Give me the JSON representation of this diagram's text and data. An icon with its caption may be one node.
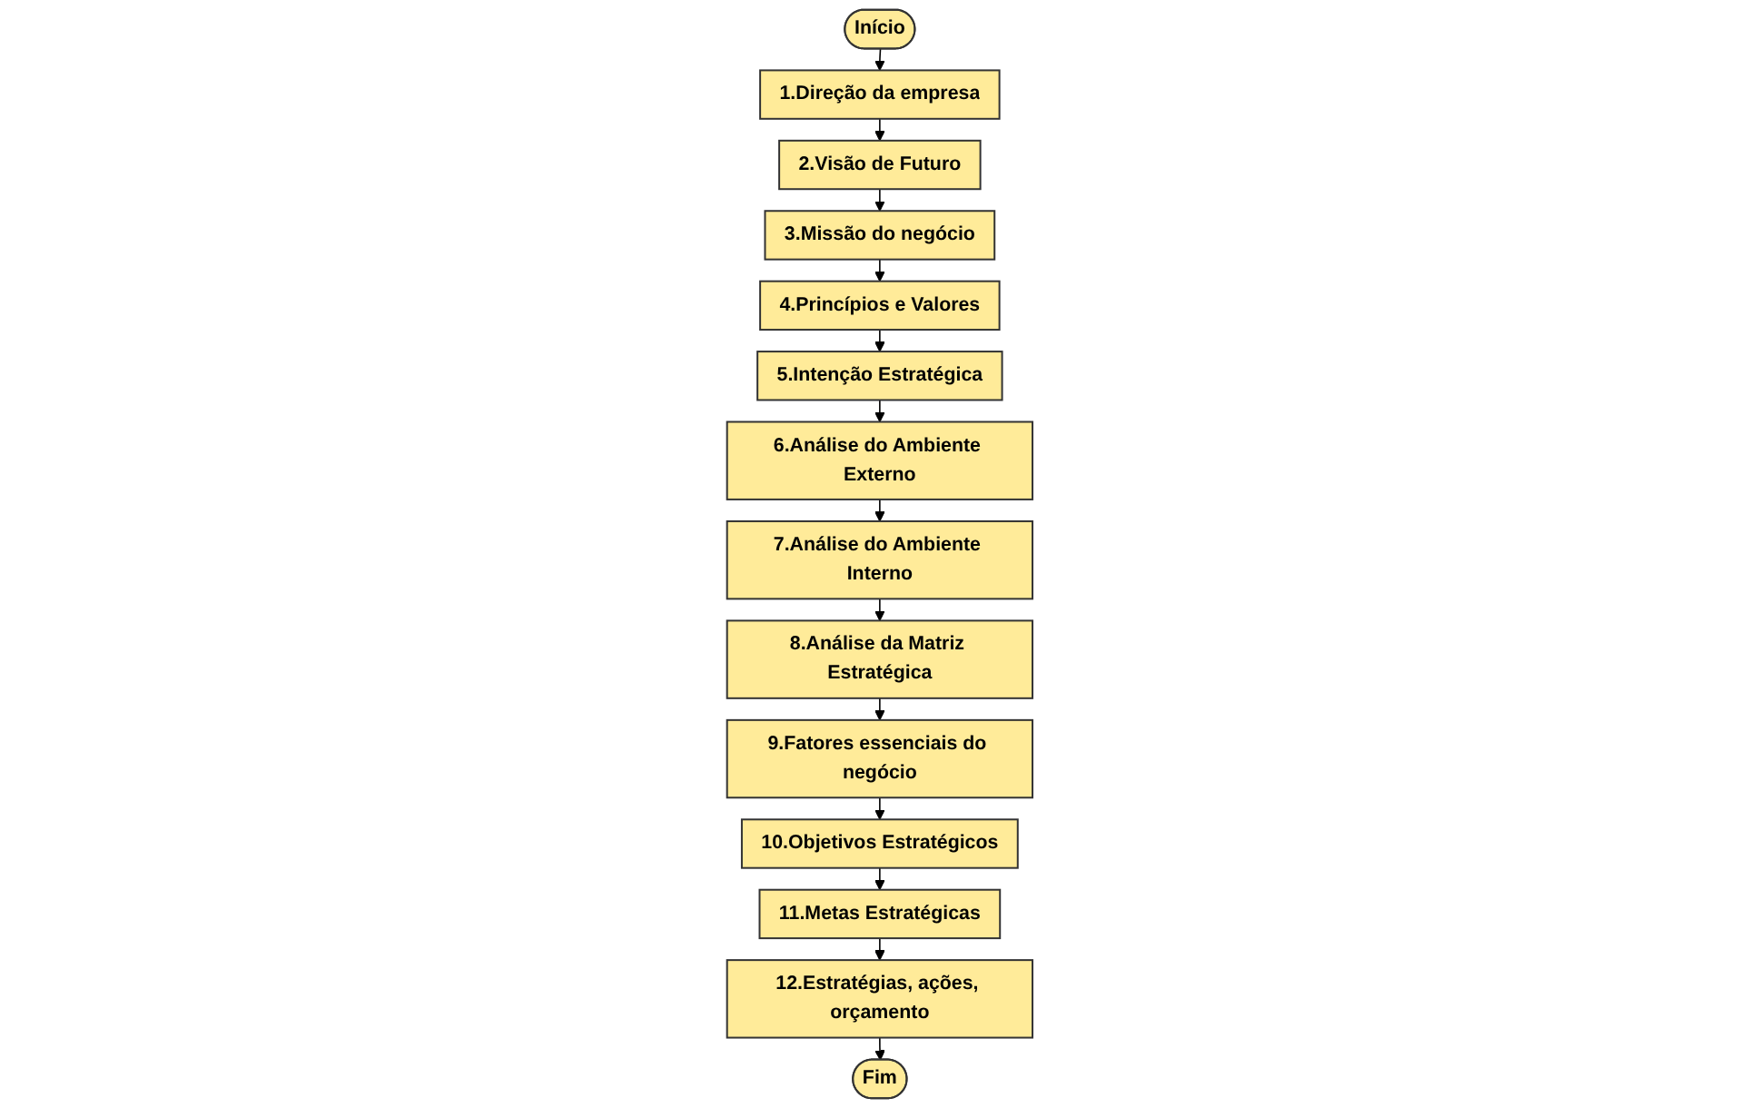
{
  "diagram": {
    "nodes": [
      {
        "text": [
          "Início"
        ]
      },
      {
        "text": [
          "1.Direção da empresa"
        ]
      },
      {
        "text": [
          "2.Visão de Futuro"
        ]
      },
      {
        "text": [
          "3.Missão do negócio"
        ]
      },
      {
        "text": [
          "4.Princípios e Valores"
        ]
      },
      {
        "text": [
          "5.Intenção Estratégica"
        ]
      },
      {
        "text": [
          "6.Análise do Ambiente Externo"
        ]
      },
      {
        "text": [
          "7.Análise do Ambiente Interno"
        ]
      },
      {
        "text": [
          "8.Análise da Matriz Estratégica"
        ]
      },
      {
        "text": [
          "9.Fatores essenciais do negócio"
        ]
      },
      {
        "text": [
          "10.Objetivos Estratégicos"
        ]
      },
      {
        "text": [
          "11.Metas Estratégicas"
        ]
      },
      {
        "text": [
          "12.Estratégias, ações, orçamento"
        ]
      },
      {
        "text": [
          "Fim"
        ]
      }
    ],
    "edges": [
      {
        "from": 0,
        "to": 1,
        "arrow": "to"
      },
      {
        "from": 1,
        "to": 2,
        "arrow": "to"
      },
      {
        "from": 2,
        "to": 3,
        "arrow": "to"
      },
      {
        "from": 3,
        "to": 4,
        "arrow": "to"
      },
      {
        "from": 4,
        "to": 5,
        "arrow": "to"
      },
      {
        "from": 5,
        "to": 6,
        "arrow": "to"
      },
      {
        "from": 6,
        "to": 7,
        "arrow": "to"
      },
      {
        "from": 7,
        "to": 8,
        "arrow": "to"
      },
      {
        "from": 8,
        "to": 9,
        "arrow": "to"
      },
      {
        "from": 9,
        "to": 10,
        "arrow": "to"
      },
      {
        "from": 10,
        "to": 11,
        "arrow": "to"
      },
      {
        "from": 11,
        "to": 12,
        "arrow": "to"
      },
      {
        "from": 12,
        "to": 13,
        "arrow": "to"
      }
    ]
  }
}
